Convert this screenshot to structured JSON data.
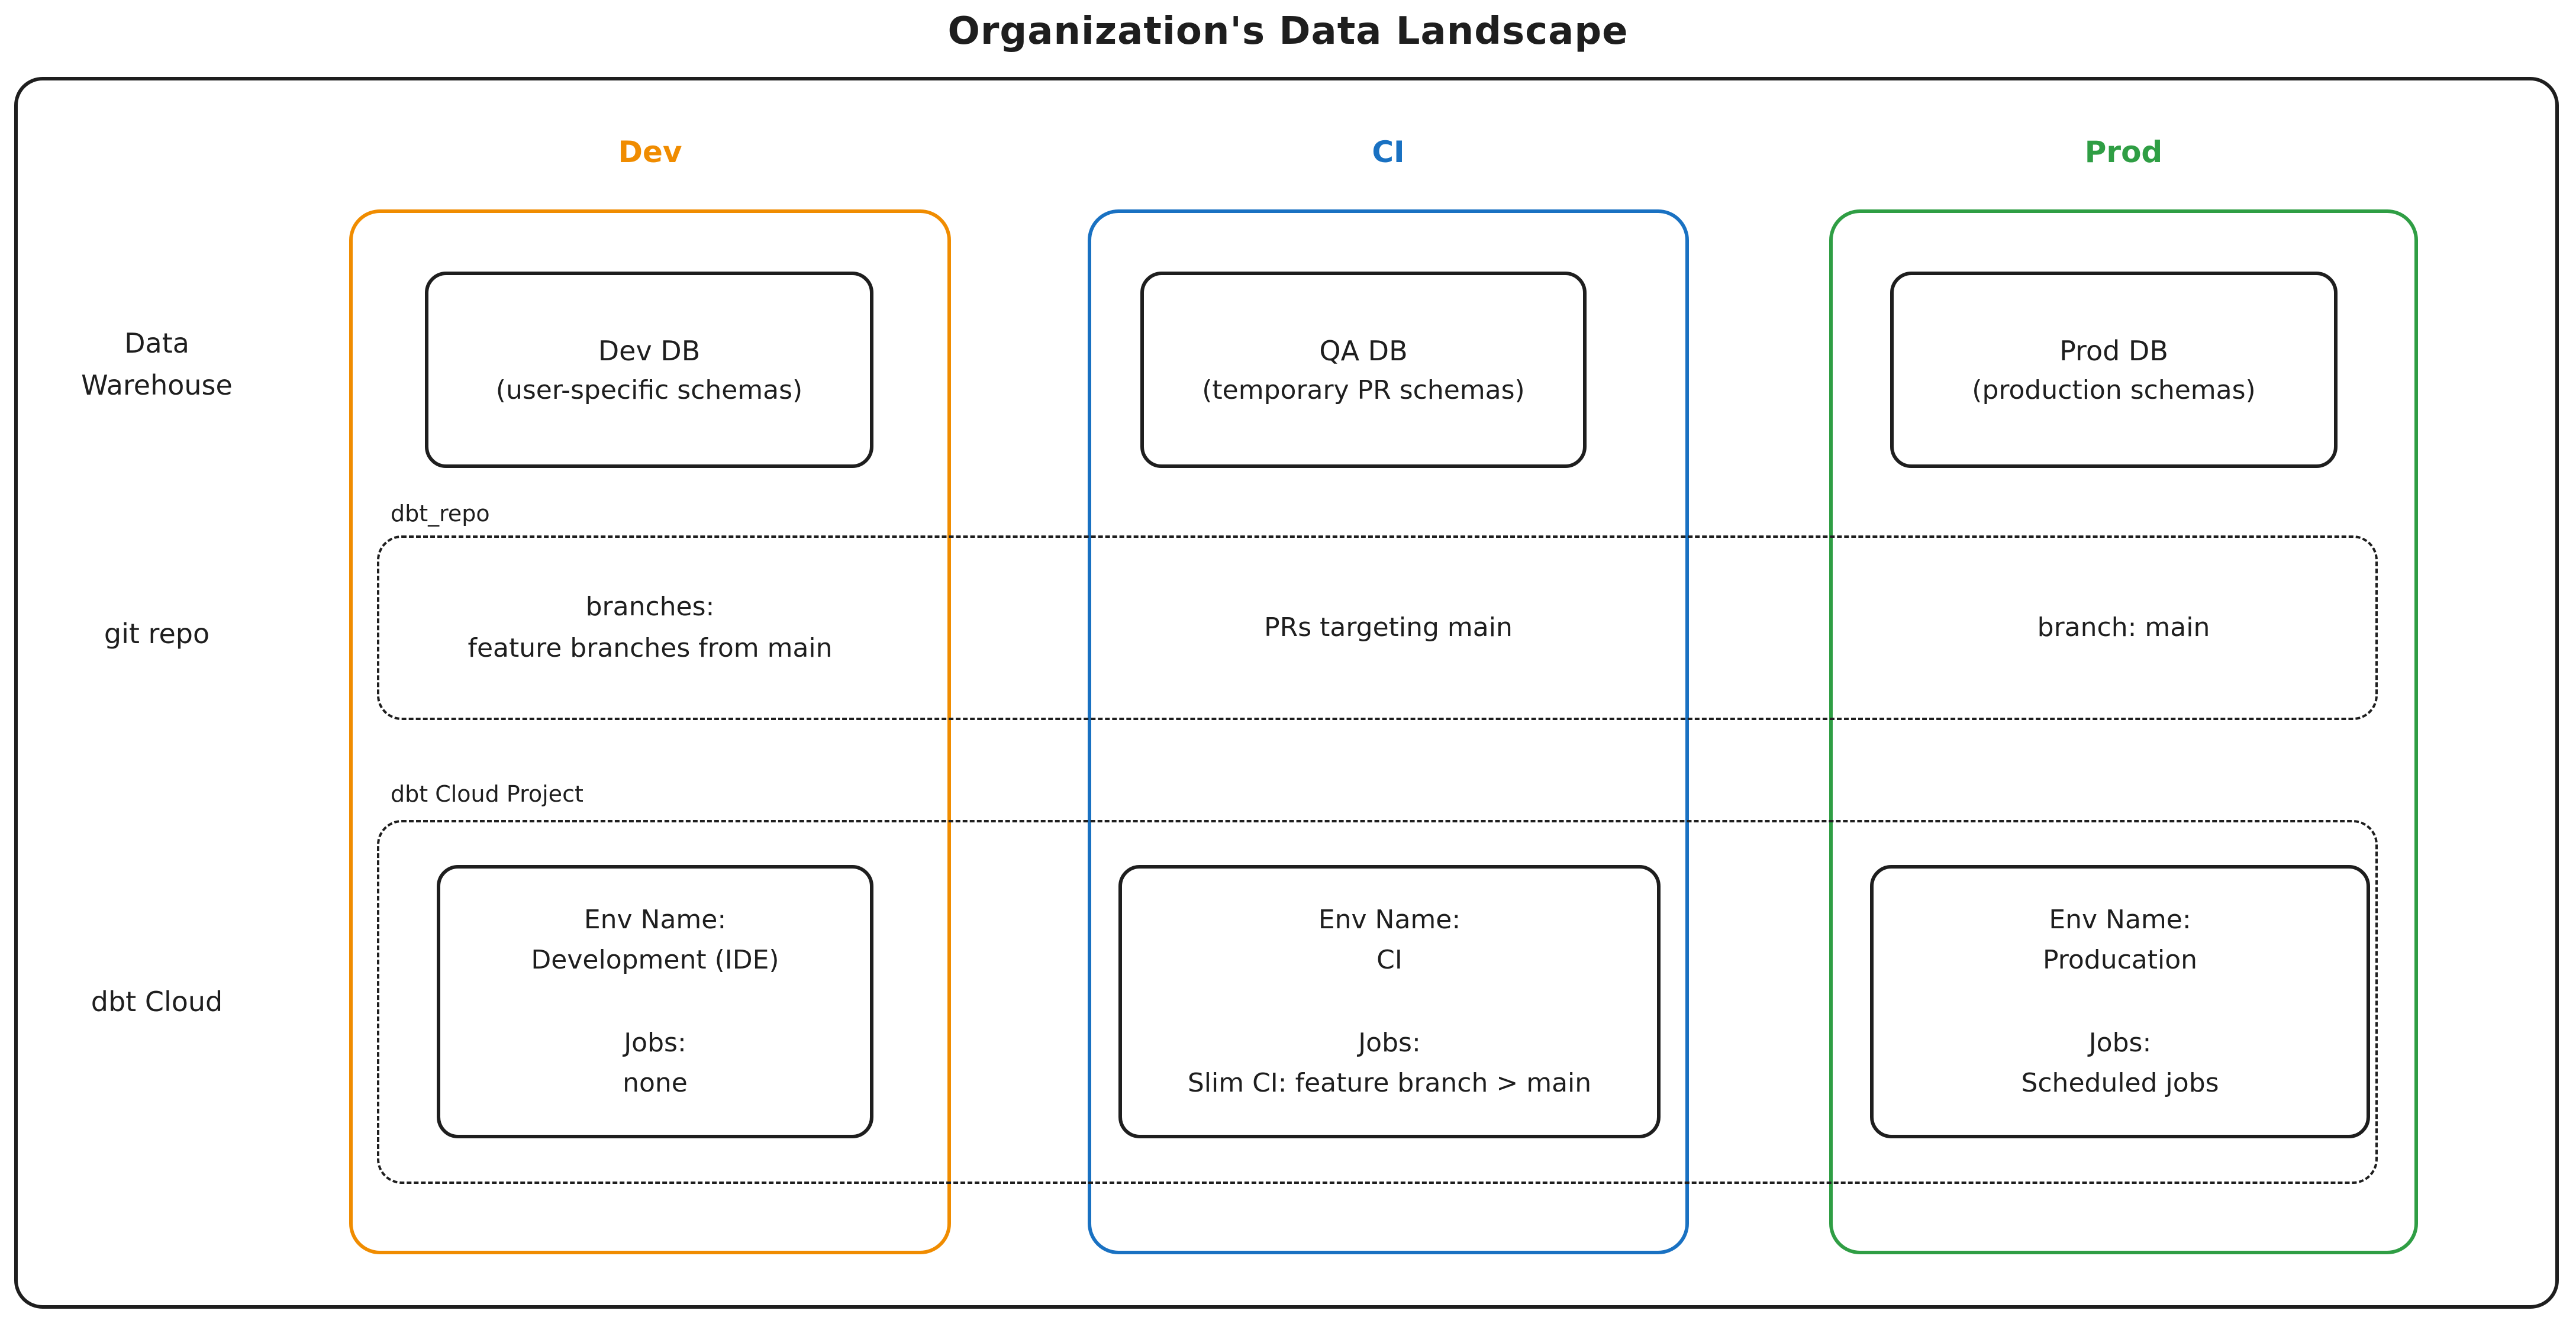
{
  "title": "Organization's Data Landscape",
  "colors": {
    "ink": "#1e1e1e",
    "dev": "#f08c00",
    "ci": "#1971c2",
    "prod": "#2f9e44"
  },
  "row_labels": {
    "warehouse": "Data\nWarehouse",
    "git": "git repo",
    "dbt": "dbt Cloud"
  },
  "column_headers": {
    "dev": "Dev",
    "ci": "CI",
    "prod": "Prod"
  },
  "warehouse": {
    "dev": {
      "title": "Dev DB",
      "subtitle": "(user-specific schemas)"
    },
    "ci": {
      "title": "QA DB",
      "subtitle": "(temporary PR schemas)"
    },
    "prod": {
      "title": "Prod DB",
      "subtitle": "(production schemas)"
    }
  },
  "git_repo": {
    "container_label": "dbt_repo",
    "dev": "branches:\nfeature branches from main",
    "ci": "PRs targeting main",
    "prod": "branch: main"
  },
  "dbt_cloud": {
    "container_label": "dbt Cloud Project",
    "dev": {
      "env_label": "Env Name:",
      "env_value": "Development (IDE)",
      "jobs_label": "Jobs:",
      "jobs_value": "none"
    },
    "ci": {
      "env_label": "Env Name:",
      "env_value": "CI",
      "jobs_label": "Jobs:",
      "jobs_value": "Slim CI: feature branch > main"
    },
    "prod": {
      "env_label": "Env Name:",
      "env_value": "Producation",
      "jobs_label": "Jobs:",
      "jobs_value": "Scheduled jobs"
    }
  }
}
